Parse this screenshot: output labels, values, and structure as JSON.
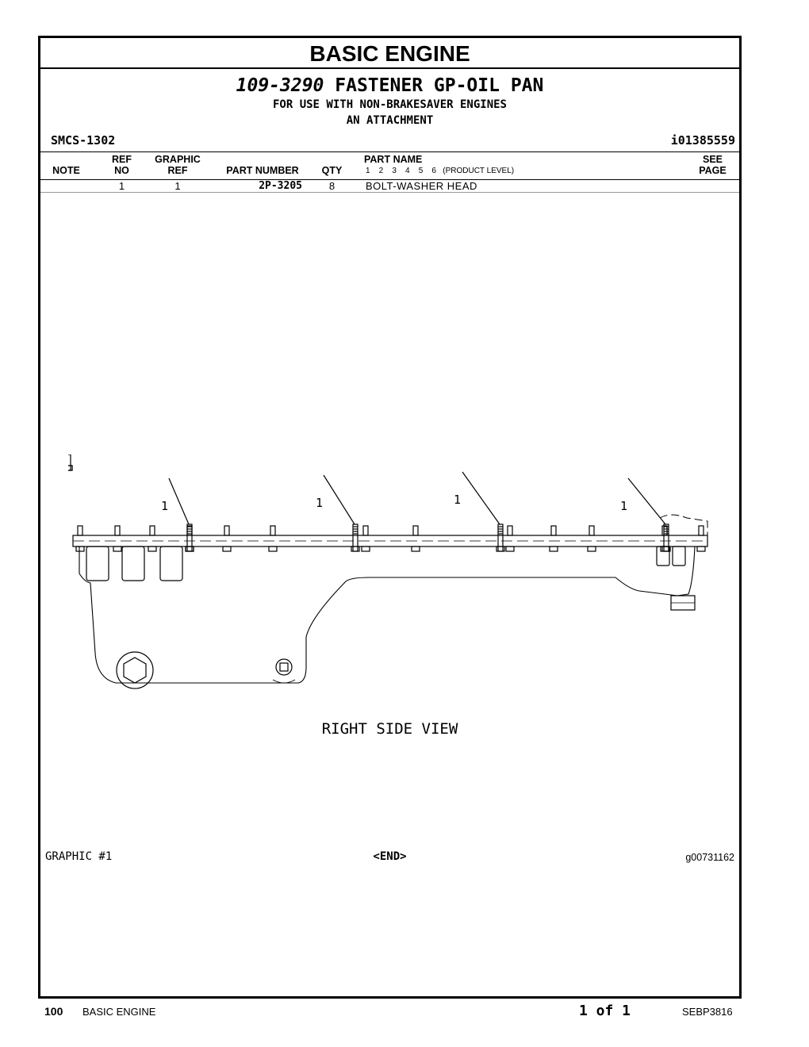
{
  "section_title": "BASIC ENGINE",
  "group": {
    "number": "109-3290",
    "name": "FASTENER GP-OIL PAN",
    "use_line_1": "FOR USE WITH NON-BRAKESAVER ENGINES",
    "use_line_2": "AN ATTACHMENT"
  },
  "smcs": "SMCS-1302",
  "info_id": "i01385559",
  "columns": {
    "note": "NOTE",
    "ref_no_1": "REF",
    "ref_no_2": "NO",
    "graphic_ref_1": "GRAPHIC",
    "graphic_ref_2": "REF",
    "part_number": "PART NUMBER",
    "qty": "QTY",
    "part_name": "PART NAME",
    "levels": "1    2    3    4    5    6   (PRODUCT LEVEL)",
    "see_page_1": "SEE",
    "see_page_2": "PAGE"
  },
  "parts": [
    {
      "note": "",
      "ref_no": "1",
      "graphic_ref": "1",
      "part_number": "2P-3205",
      "qty": "8",
      "part_name": "BOLT-WASHER HEAD",
      "see_page": ""
    }
  ],
  "graphic": {
    "callout_label": "1",
    "view_label": "RIGHT SIDE VIEW",
    "graphic_id": "GRAPHIC #1",
    "end_marker": "<END>",
    "graphic_code": "g00731162"
  },
  "footer": {
    "page_number": "100",
    "section": "BASIC ENGINE",
    "page_of": "1 of 1",
    "doc_number": "SEBP3816"
  }
}
